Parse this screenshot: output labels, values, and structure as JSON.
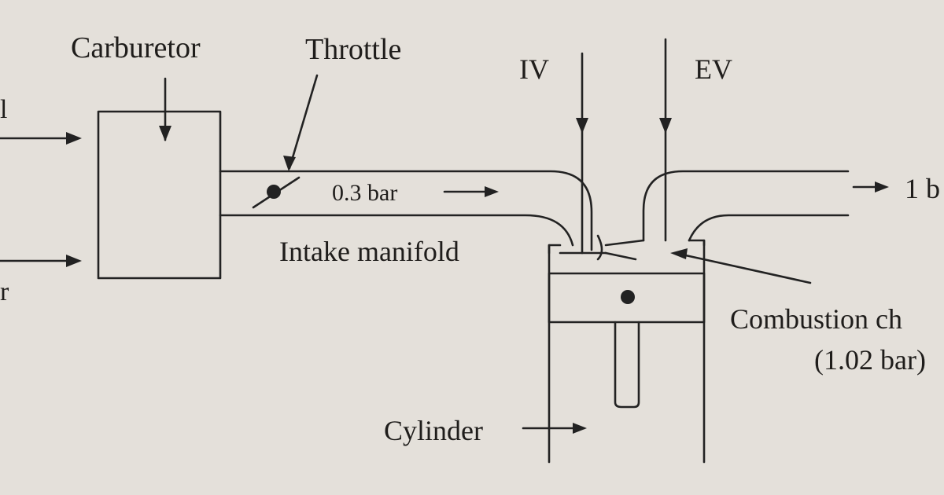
{
  "diagram": {
    "labels": {
      "carburetor": "Carburetor",
      "throttle": "Throttle",
      "iv": "IV",
      "ev": "EV",
      "manifold_pressure": "0.3 bar",
      "exhaust_pressure": "1 b",
      "intake_manifold": "Intake manifold",
      "combustion_chamber": "Combustion ch",
      "chamber_pressure": "(1.02 bar)",
      "cylinder": "Cylinder",
      "left_edge_top": "l",
      "left_edge_bottom": "r"
    }
  }
}
